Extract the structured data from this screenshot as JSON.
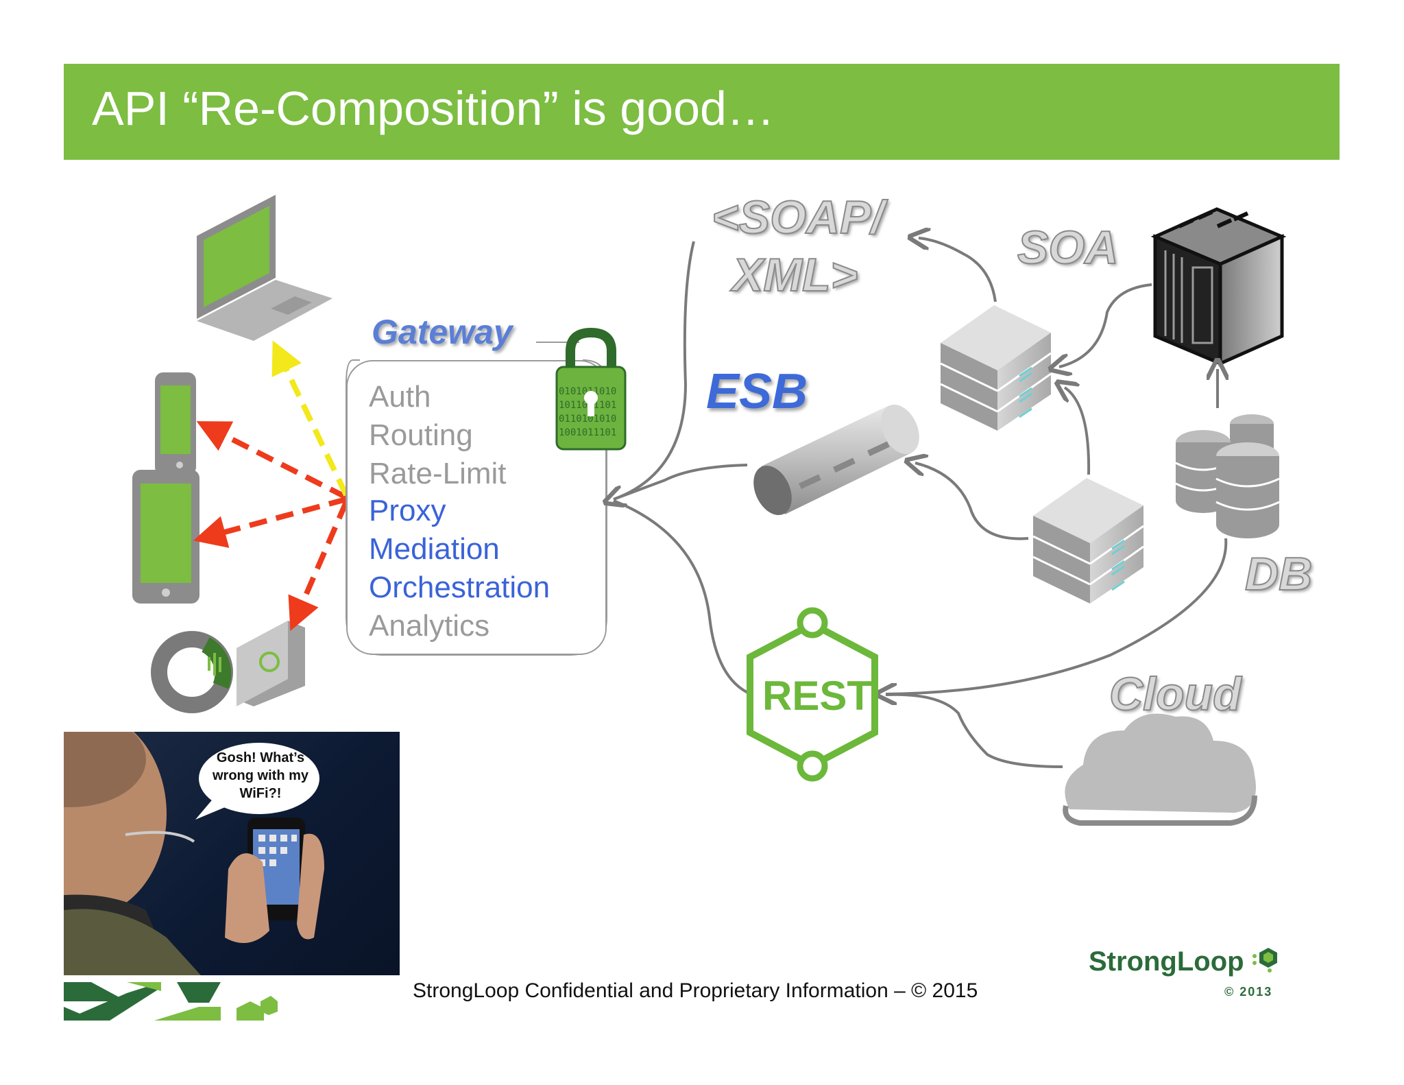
{
  "slide": {
    "title": "API “Re-Composition” is good…"
  },
  "gateway": {
    "label": "Gateway",
    "functions": [
      {
        "text": "Auth",
        "style": "gray"
      },
      {
        "text": "Routing",
        "style": "gray"
      },
      {
        "text": "Rate-Limit",
        "style": "gray"
      },
      {
        "text": "Proxy",
        "style": "blue"
      },
      {
        "text": "Mediation",
        "style": "blue"
      },
      {
        "text": "Orchestration",
        "style": "blue"
      },
      {
        "text": "Analytics",
        "style": "gray"
      }
    ]
  },
  "backends": {
    "soap_line1": "<SOAP/",
    "soap_line2": "XML>",
    "soa": "SOA",
    "esb": "ESB",
    "db": "DB",
    "rest": "REST",
    "cloud": "Cloud"
  },
  "photo": {
    "bubble_text": "Gosh! What’s wrong with my WiFi?!"
  },
  "footer": {
    "confidential": "StrongLoop Confidential and Proprietary Information – © 2015",
    "brand_name": "StrongLoop",
    "brand_year": "© 2013"
  },
  "colors": {
    "title_bar": "#7cbd42",
    "device_screen": "#7cbd42",
    "arrow_red": "#ee3b1c",
    "arrow_yellow": "#f2e81a",
    "connector_gray": "#7a7a7a",
    "rest_green": "#6bb83a",
    "proxy_blue": "#3a63d8"
  }
}
